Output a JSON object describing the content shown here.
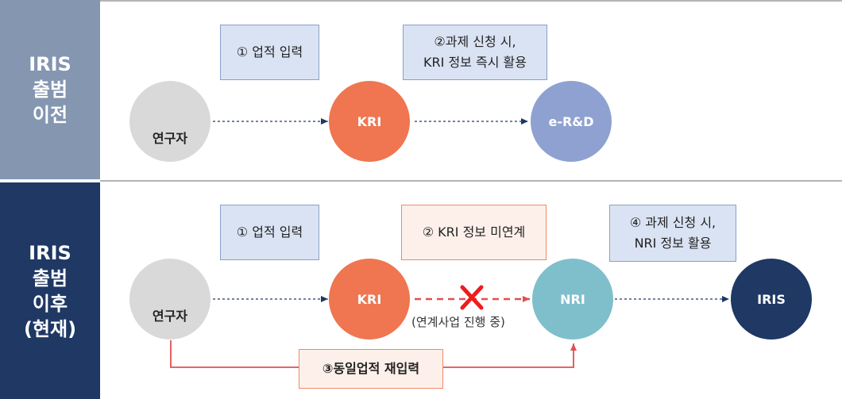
{
  "before": {
    "label": "IRIS\n출범\n이전",
    "researcher": "연구자",
    "kri": "KRI",
    "erd": "e-R&D",
    "step1": "① 업적 입력",
    "step2": "②과제 신청 시,\nKRI 정보 즉시 활용"
  },
  "after": {
    "label": "IRIS\n출범\n이후\n(현재)",
    "researcher": "연구자",
    "kri": "KRI",
    "nri": "NRI",
    "iris": "IRIS",
    "step1": "① 업적 입력",
    "step2": "② KRI 정보 미연계",
    "step3": "③동일업적 재입력",
    "step4": "④ 과제 신청 시,\nNRI 정보 활용",
    "link_note": "(연계사업 진행 중)"
  },
  "colors": {
    "before_label_bg": "#8496b0",
    "after_label_bg": "#1f3864",
    "kri": "#ef7650",
    "erd": "#8ea1d1",
    "nri": "#7fbfcc",
    "iris": "#1f3864",
    "researcher": "#d9d9d9",
    "reinput_line": "#e05050"
  }
}
